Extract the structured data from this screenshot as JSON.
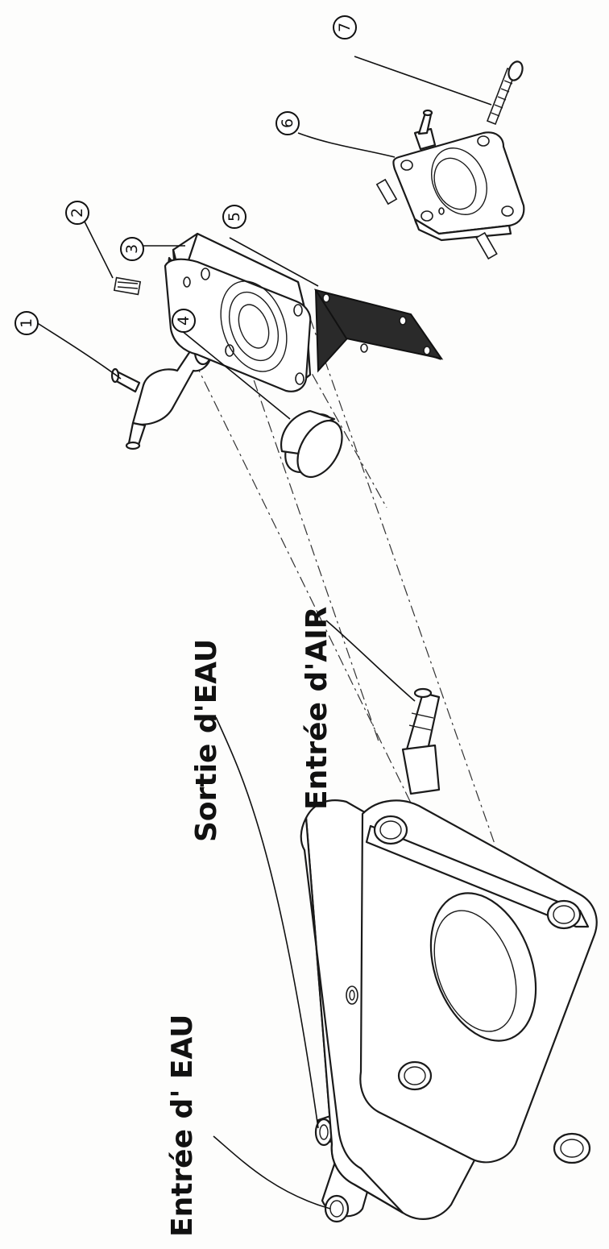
{
  "callouts": [
    {
      "id": "1",
      "label": "1"
    },
    {
      "id": "2",
      "label": "2"
    },
    {
      "id": "3",
      "label": "3"
    },
    {
      "id": "4",
      "label": "4"
    },
    {
      "id": "5",
      "label": "5"
    },
    {
      "id": "6",
      "label": "6"
    },
    {
      "id": "7",
      "label": "7"
    }
  ],
  "labels": {
    "water_inlet": "Entrée d' EAU",
    "water_outlet": "Sortie d'EAU",
    "air_inlet": "Entrée d'AIR"
  }
}
